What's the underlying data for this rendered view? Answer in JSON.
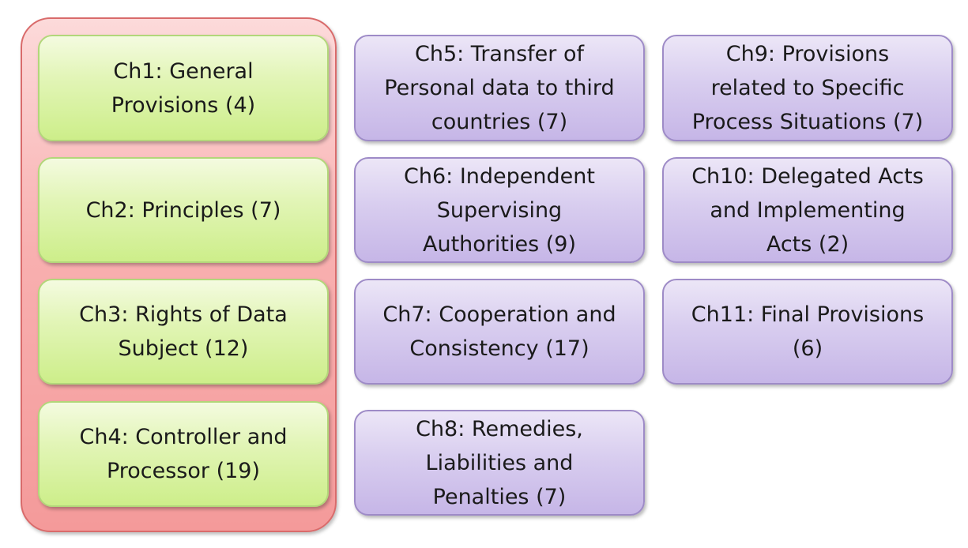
{
  "chapters": [
    {
      "label": "Ch1: General\nProvisions (4)"
    },
    {
      "label": "Ch2: Principles (7)"
    },
    {
      "label": "Ch3: Rights of Data\nSubject (12)"
    },
    {
      "label": "Ch4: Controller and\nProcessor (19)"
    },
    {
      "label": "Ch5: Transfer of\nPersonal data to third\ncountries (7)"
    },
    {
      "label": "Ch6: Independent\nSupervising\nAuthorities (9)"
    },
    {
      "label": "Ch7: Cooperation and\nConsistency (17)"
    },
    {
      "label": "Ch8: Remedies,\nLiabilities and\nPenalties (7)"
    },
    {
      "label": "Ch9: Provisions\nrelated to Specific\nProcess Situations (7)"
    },
    {
      "label": "Ch10: Delegated Acts\nand Implementing\nActs (2)"
    },
    {
      "label": "Ch11: Final Provisions\n(6)"
    }
  ]
}
